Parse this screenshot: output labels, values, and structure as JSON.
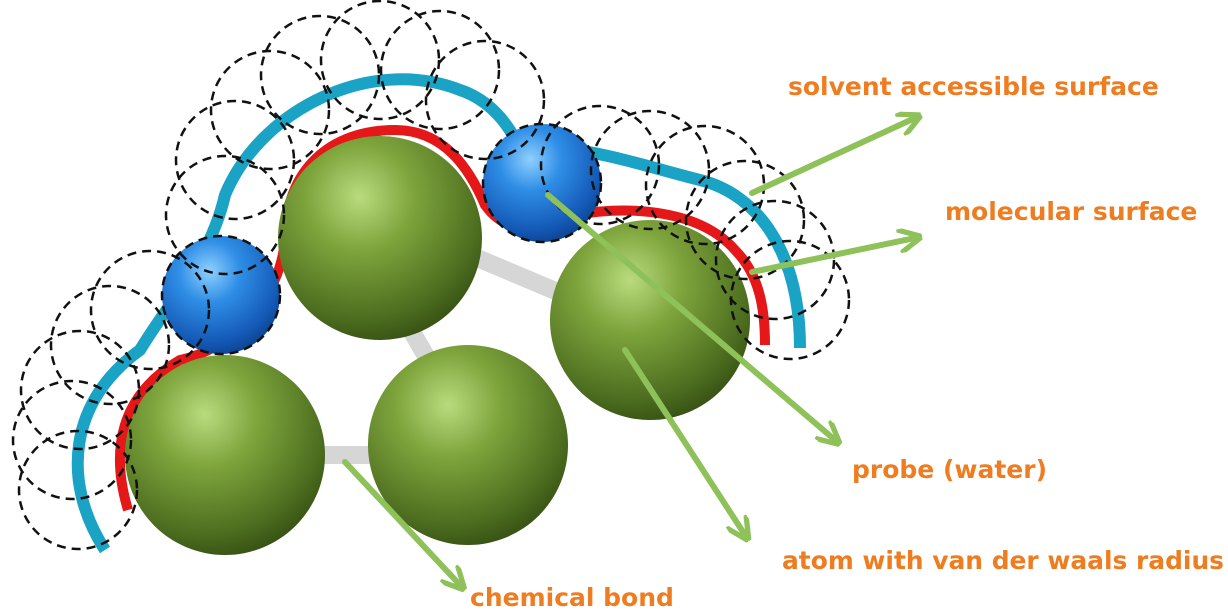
{
  "labels": {
    "solvent_accessible_surface": "solvent accessible surface",
    "molecular_surface": "molecular surface",
    "probe": "probe (water)",
    "atom": "atom with van der waals radius",
    "chemical_bond": "chemical bond"
  },
  "colors": {
    "label_text": "#ee7d21",
    "arrow": "#8fc15a",
    "solvent_accessible_surface": "#1ba3c6",
    "molecular_surface": "#e41818",
    "atom": "#5a7f27",
    "probe": "#1b78d8",
    "bond": "#d6d6d6",
    "probe_outline": "#111111"
  }
}
